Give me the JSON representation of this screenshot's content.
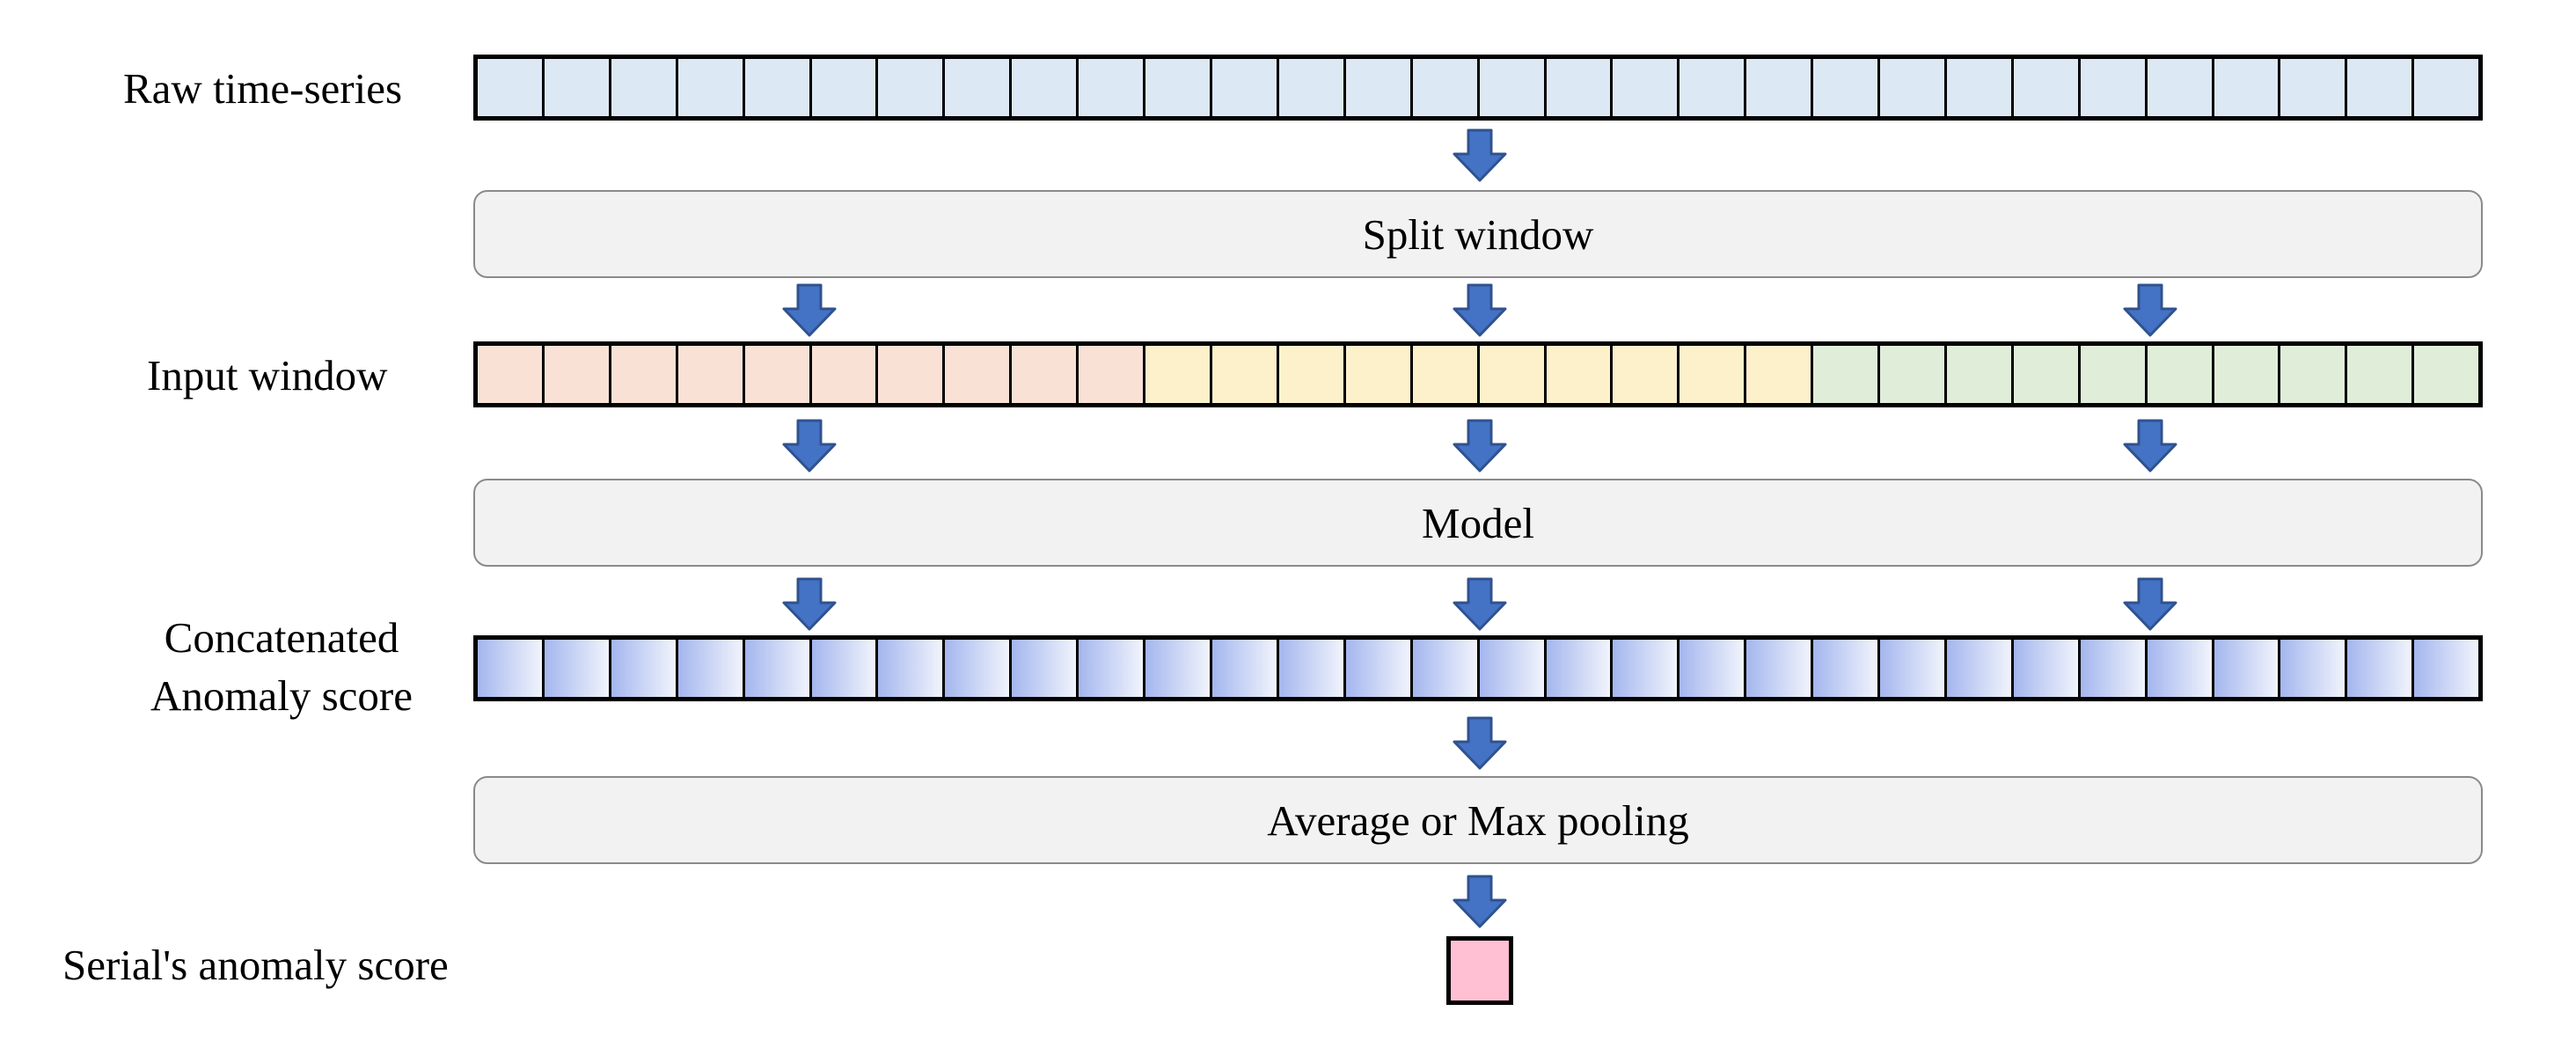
{
  "rows": {
    "raw": {
      "label": "Raw time-series",
      "cell_count": 30,
      "color": "#dde8f5"
    },
    "input": {
      "label": "Input window",
      "segments": [
        {
          "color": "#f9e1d5",
          "cell_count": 10
        },
        {
          "color": "#fdf1cc",
          "cell_count": 10
        },
        {
          "color": "#e0eed9",
          "cell_count": 10
        }
      ]
    },
    "scores": {
      "label_line1": "Concatenated",
      "label_line2": "Anomaly score",
      "cell_count": 30,
      "gradient_from": "#a4b6ee",
      "gradient_to": "#f1f4fc"
    },
    "final": {
      "label": "Serial's anomaly score",
      "color": "#ffc0d3"
    }
  },
  "steps": {
    "split": "Split window",
    "model": "Model",
    "pooling": "Average or Max pooling"
  },
  "colors": {
    "arrow_fill": "#4472c4",
    "arrow_stroke": "#2f528f",
    "box_fill": "#f2f2f2",
    "box_border": "#8a8a8a"
  },
  "icons": {
    "arrow": "arrow-down-icon"
  }
}
